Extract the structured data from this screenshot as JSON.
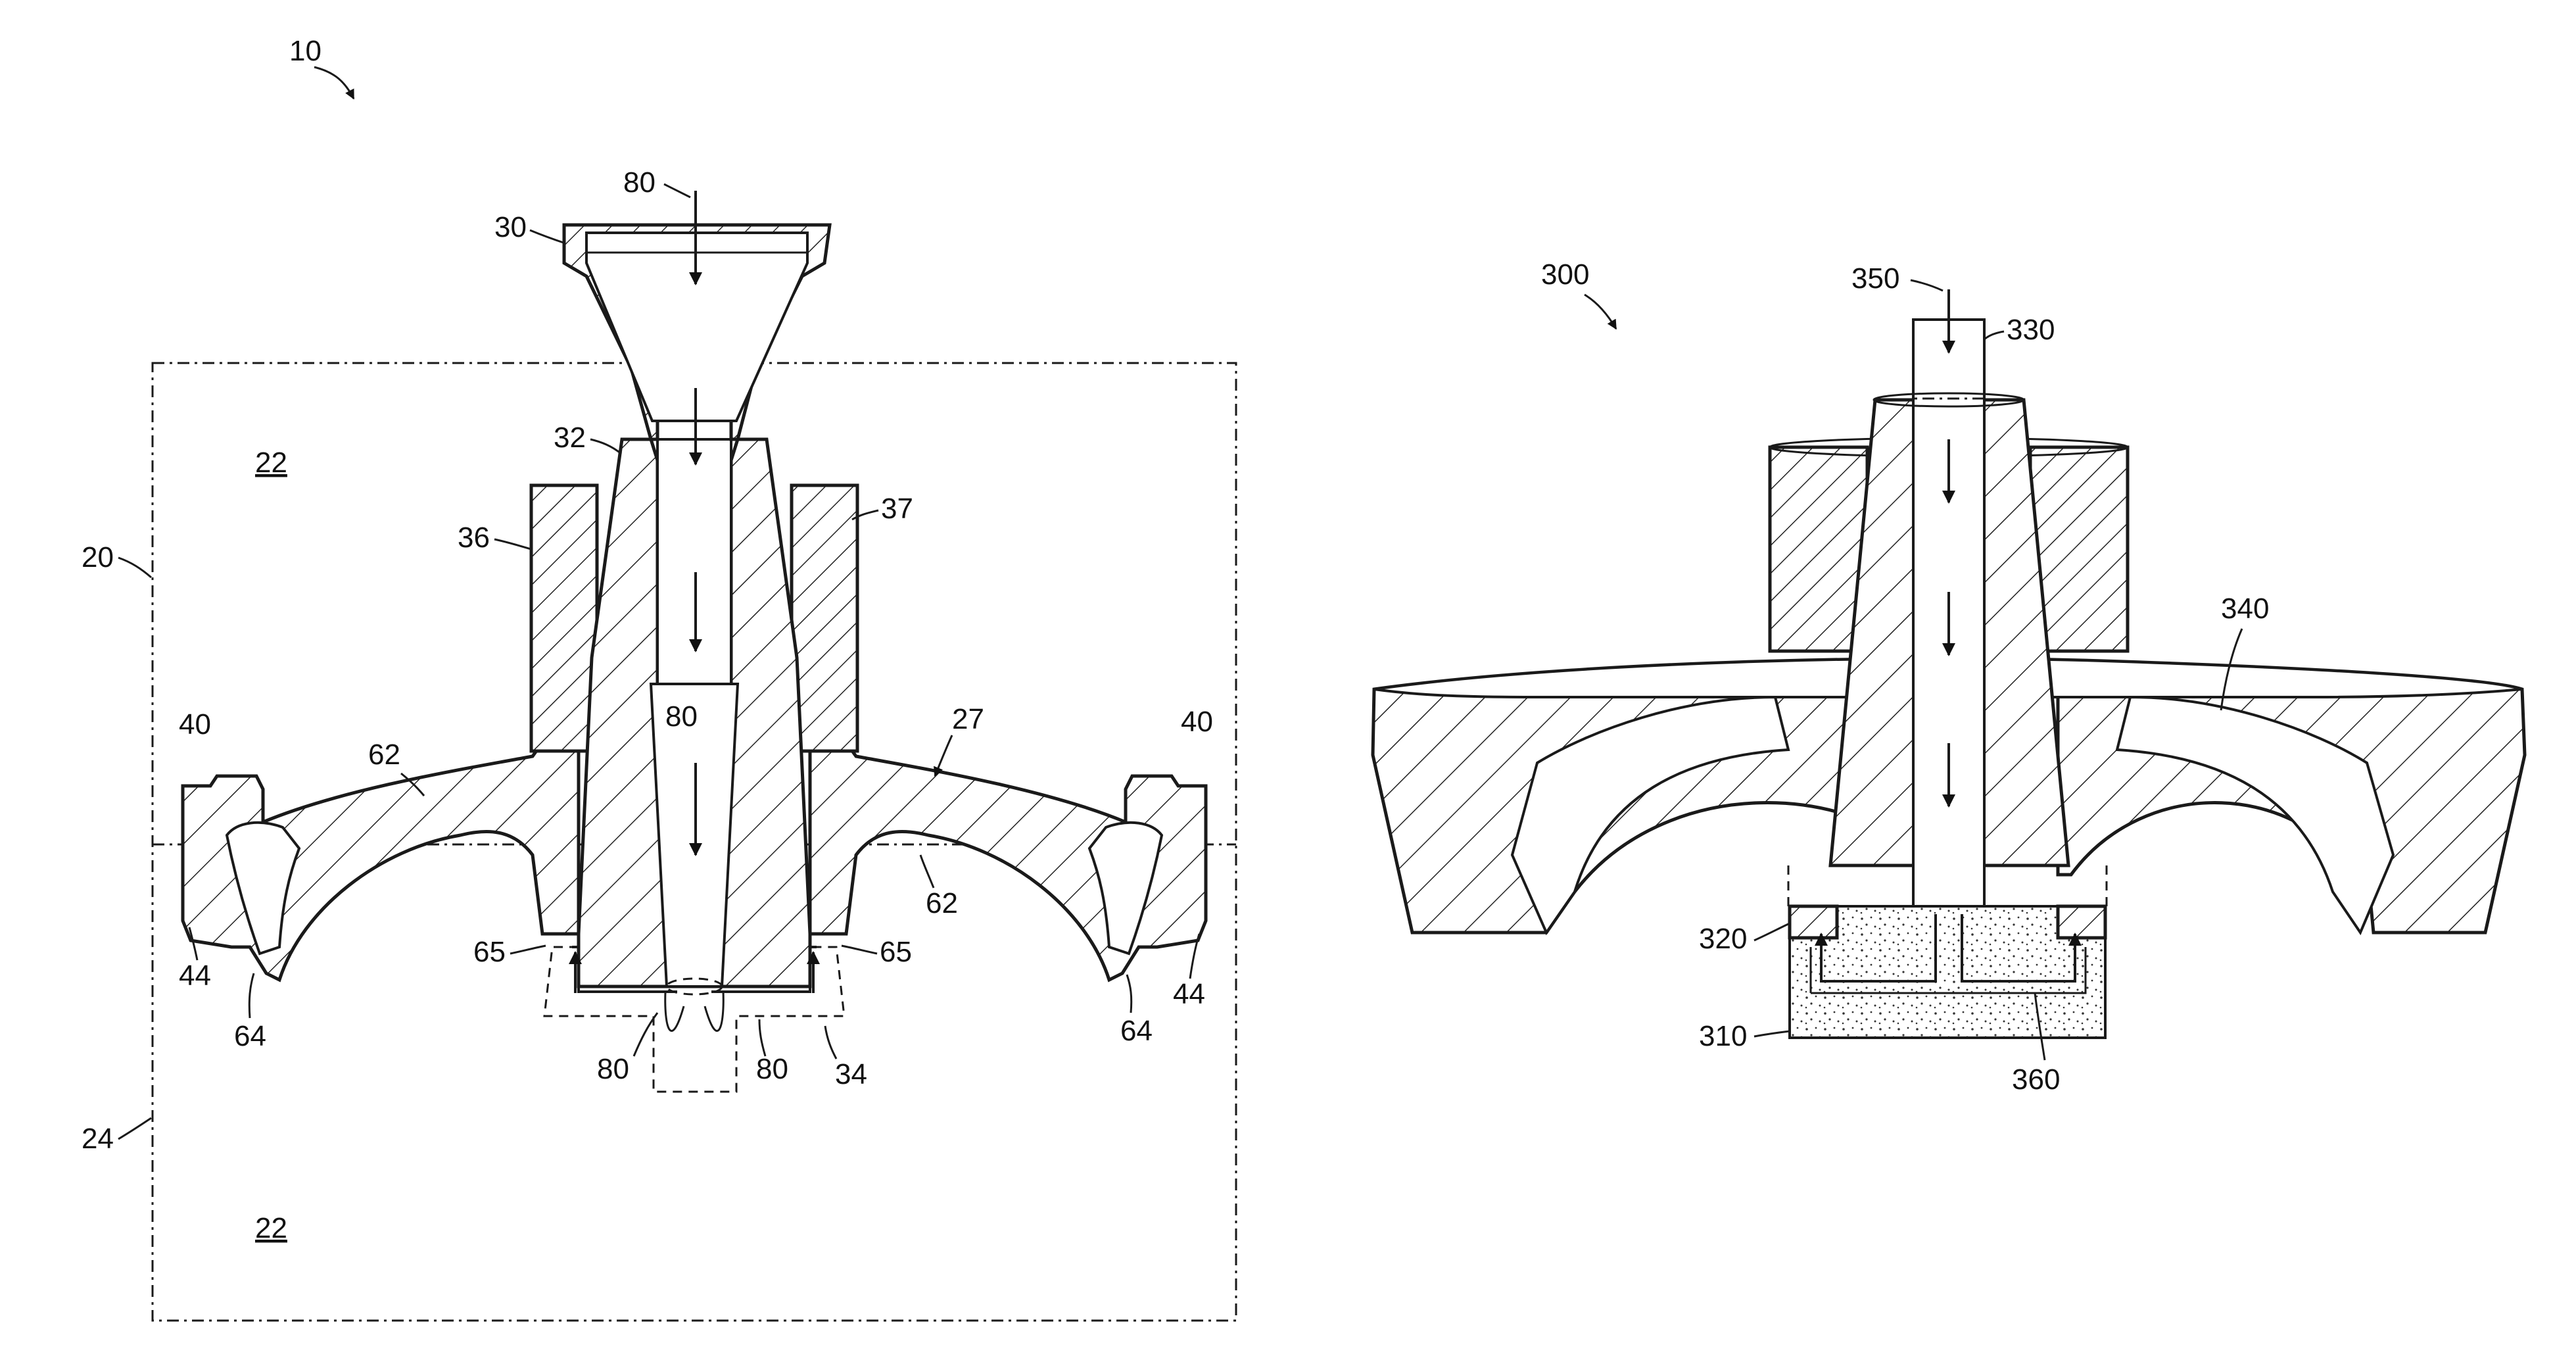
{
  "figure_left": {
    "ref_main": "10",
    "labels": {
      "l80_top": "80",
      "l30": "30",
      "l22_top": "22",
      "l32": "32",
      "l36": "36",
      "l37": "37",
      "l20": "20",
      "l40_left": "40",
      "l62_left": "62",
      "l80_mid": "80",
      "l27": "27",
      "l40_right": "40",
      "l62_right": "62",
      "l65_left": "65",
      "l65_right": "65",
      "l44_left": "44",
      "l64_left": "64",
      "l80_bl": "80",
      "l80_br": "80",
      "l34": "34",
      "l64_right": "64",
      "l44_right": "44",
      "l24": "24",
      "l22_bottom": "22"
    }
  },
  "figure_right": {
    "ref_main": "300",
    "labels": {
      "l350": "350",
      "l330": "330",
      "l340": "340",
      "l320": "320",
      "l310": "310",
      "l360": "360"
    }
  }
}
